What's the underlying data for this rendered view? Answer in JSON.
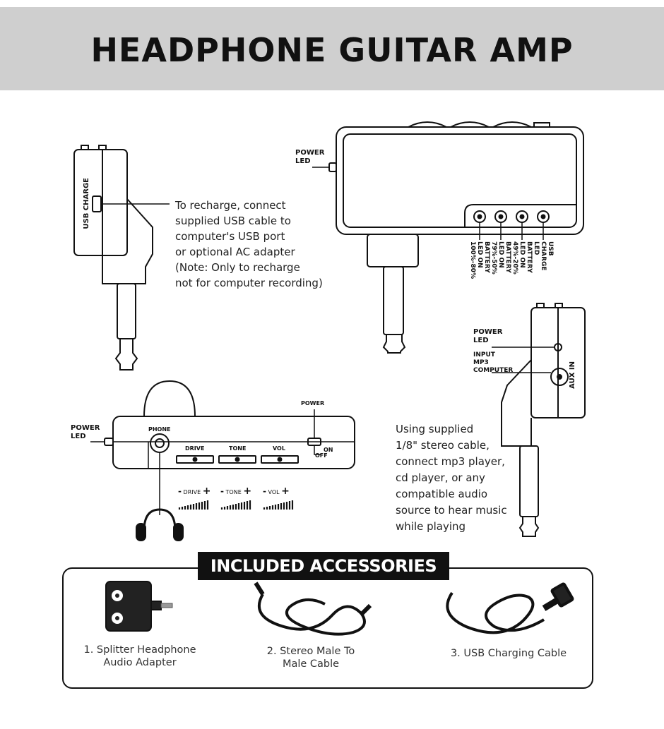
{
  "header": {
    "title": "HEADPHONE GUITAR AMP"
  },
  "usb_charge_view": {
    "port_label": "USB CHARGE",
    "description_lines": [
      "To recharge, connect",
      "supplied USB cable to",
      "computer's USB port",
      "or optional AC adapter",
      "(Note: Only to recharge",
      "not for computer recording)"
    ]
  },
  "front_view": {
    "power_led_lines": [
      "POWER",
      "LED"
    ],
    "leds": [
      {
        "lines": [
          "BATTERY",
          "LED ON",
          "100%-80%"
        ]
      },
      {
        "lines": [
          "BATTERY",
          "LED ON",
          "79%-50%"
        ]
      },
      {
        "lines": [
          "BATTERY",
          "LED ON",
          "49%-20%"
        ]
      },
      {
        "lines": [
          "USB",
          "CHARGE",
          "LED"
        ]
      }
    ]
  },
  "aux_view": {
    "power_led_lines": [
      "POWER",
      "LED"
    ],
    "input_lines": [
      "INPUT",
      "MP3",
      "COMPUTER"
    ],
    "aux_label": "AUX IN",
    "description_lines": [
      "Using supplied",
      "1/8\" stereo cable,",
      "connect mp3 player,",
      "cd player, or any",
      "compatible audio",
      "source to hear music",
      "while playing"
    ]
  },
  "top_view": {
    "power_led_lines": [
      "POWER",
      "LED"
    ],
    "phone_label": "PHONE",
    "power_label": "POWER",
    "on_label": "ON",
    "off_label": "OFF",
    "knobs": [
      {
        "label": "DRIVE",
        "scale": "DRIVE"
      },
      {
        "label": "TONE",
        "scale": "TONE"
      },
      {
        "label": "VOL",
        "scale": "VOL"
      }
    ],
    "minus": "-",
    "plus": "+"
  },
  "accessories": {
    "title": "INCLUDED ACCESSORIES",
    "items": [
      {
        "lines": [
          "1. Splitter Headphone",
          "Audio Adapter"
        ]
      },
      {
        "lines": [
          "2. Stereo Male To",
          "Male Cable"
        ]
      },
      {
        "lines": [
          "3. USB Charging Cable"
        ]
      }
    ]
  }
}
